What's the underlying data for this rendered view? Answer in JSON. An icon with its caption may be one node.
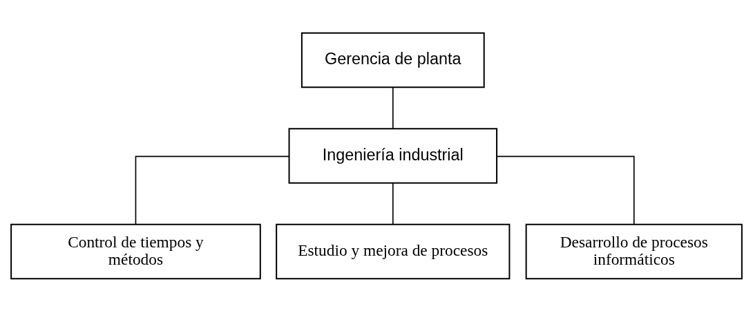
{
  "diagram": {
    "nodes": [
      {
        "text": [
          "Gerencia de planta"
        ]
      },
      {
        "text": [
          "Ingeniería industrial"
        ]
      },
      {
        "text": [
          "Control de tiempos y métodos"
        ]
      },
      {
        "text": [
          "Estudio y mejora de procesos"
        ]
      },
      {
        "text": [
          "Desarrollo de procesos informáticos"
        ]
      }
    ],
    "edges": [
      {
        "from": 0,
        "to": 1,
        "arrow": "none"
      },
      {
        "from": 1,
        "to": 2,
        "arrow": "none"
      },
      {
        "from": 1,
        "to": 3,
        "arrow": "none"
      },
      {
        "from": 1,
        "to": 4,
        "arrow": "none"
      }
    ]
  }
}
